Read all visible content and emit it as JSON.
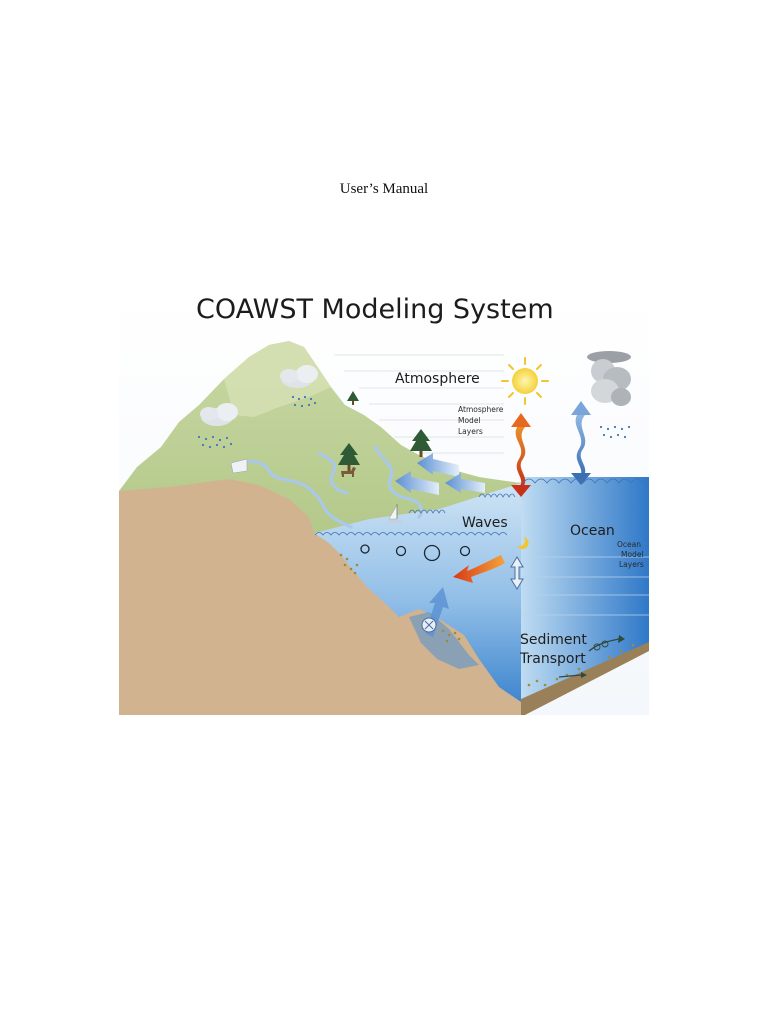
{
  "page": {
    "header": "User’s Manual"
  },
  "figure": {
    "title": "COAWST Modeling System",
    "labels": {
      "atmosphere": "Atmosphere",
      "atmosphere_layers": [
        "Atmosphere",
        "Model",
        "Layers"
      ],
      "waves": "Waves",
      "ocean": "Ocean",
      "ocean_layers": [
        "Ocean",
        "Model",
        "Layers"
      ],
      "sediment": [
        "Sediment",
        "Transport"
      ]
    }
  }
}
